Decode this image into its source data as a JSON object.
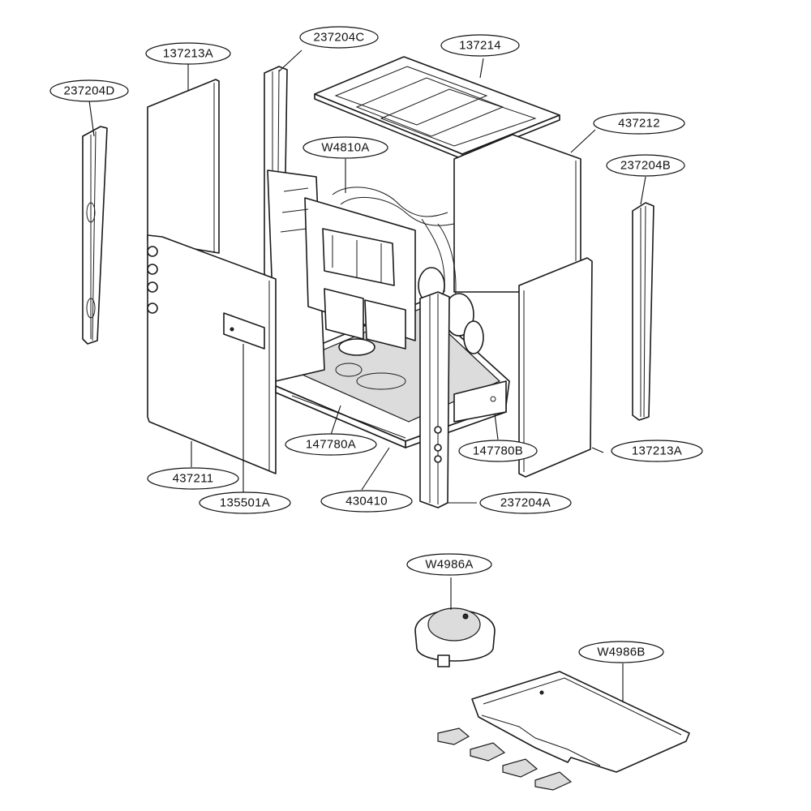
{
  "callouts": [
    {
      "id": "237204D",
      "label": "237204D"
    },
    {
      "id": "137213A-left",
      "label": "137213A"
    },
    {
      "id": "237204C",
      "label": "237204C"
    },
    {
      "id": "137214",
      "label": "137214"
    },
    {
      "id": "437212",
      "label": "437212"
    },
    {
      "id": "237204B",
      "label": "237204B"
    },
    {
      "id": "W4810A",
      "label": "W4810A"
    },
    {
      "id": "147780A",
      "label": "147780A"
    },
    {
      "id": "147780B",
      "label": "147780B"
    },
    {
      "id": "137213A-right",
      "label": "137213A"
    },
    {
      "id": "437211",
      "label": "437211"
    },
    {
      "id": "135501A",
      "label": "135501A"
    },
    {
      "id": "430410",
      "label": "430410"
    },
    {
      "id": "237204A",
      "label": "237204A"
    },
    {
      "id": "W4986A",
      "label": "W4986A"
    },
    {
      "id": "W4986B",
      "label": "W4986B"
    }
  ]
}
